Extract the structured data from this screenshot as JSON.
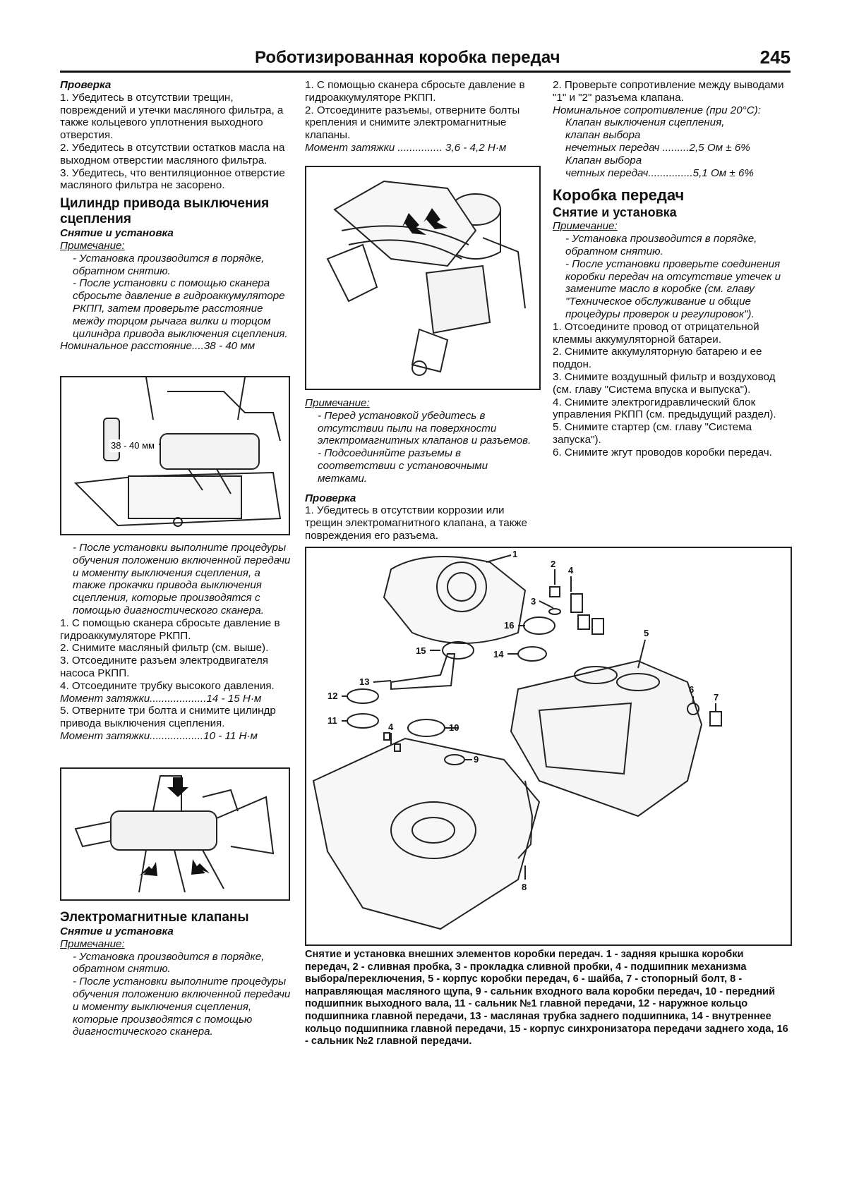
{
  "header": {
    "title": "Роботизированная коробка передач",
    "page": "245"
  },
  "col1": {
    "check_title": "Проверка",
    "check_items": [
      "1. Убедитесь в отсутствии трещин, повреждений и утечки масляного фильтра, а также кольцевого уплотнения выходного отверстия.",
      "2. Убедитесь в отсутствии остатков масла на выходном отверстии масляного фильтра.",
      "3. Убедитесь, что вентиляционное отверстие масляного фильтра не засорено."
    ],
    "section_title": "Цилиндр привода выключения сцепления",
    "sub_title": "Снятие и установка",
    "note_label": "Примечание:",
    "notes": [
      "- Установка производится в порядке, обратном снятию.",
      "- После установки с помощью сканера сбросьте давление в гидроаккумуляторе РКПП, затем проверьте расстояние между торцом рычага вилки и торцом цилиндра привода выключения сцепления."
    ],
    "nominal": "Номинальное расстояние....38 - 40 мм",
    "fig_label": "38 - 40 мм",
    "after_fig_note": "- После установки выполните процедуры обучения положению включенной передачи и моменту выключения сцепления, а также прокачки привода выключения сцепления, которые производятся с помощью диагностического сканера.",
    "steps": [
      "1. С помощью сканера сбросьте давление в гидроаккумуляторе РКПП.",
      "2. Снимите масляный фильтр (см. выше).",
      "3. Отсоедините разъем электродвигателя насоса РКПП.",
      "4. Отсоедините трубку высокого давления."
    ],
    "torque1": "Момент затяжки...................14 - 15 Н·м",
    "step5": "5. Отверните три болта и снимите цилиндр привода выключения сцепления.",
    "torque2": "Момент затяжки..................10 - 11 Н·м",
    "valves_title": "Электромагнитные клапаны",
    "valves_sub": "Снятие и установка",
    "valves_note_label": "Примечание:",
    "valves_notes": [
      "- Установка производится в порядке, обратном снятию.",
      "- После установки выполните процедуры обучения положению включенной передачи и моменту выключения сцепления, которые производятся с помощью диагностического сканера."
    ]
  },
  "col2": {
    "steps": [
      "1. С помощью сканера сбросьте давление в гидроаккумуляторе РКПП.",
      "2. Отсоедините разъемы, отверните болты крепления и снимите электромагнитные клапаны."
    ],
    "torque": "Момент затяжки ............... 3,6 - 4,2 Н·м",
    "note_label": "Примечание:",
    "notes": [
      "- Перед установкой убедитесь в отсутствии пыли на поверхности электромагнитных клапанов и разъемов.",
      "- Подсоединяйте разъемы в соответствии с установочными метками."
    ],
    "check_title": "Проверка",
    "check_item": "1. Убедитесь в отсутствии коррозии или трещин электромагнитного клапана, а также повреждения его разъема."
  },
  "col3": {
    "step2": "2. Проверьте сопротивление между выводами \"1\" и \"2\" разъема клапана.",
    "nominal_head": "Номинальное сопротивление (при 20°С):",
    "nominal_lines": [
      "Клапан выключения сцепления,",
      "клапан выбора",
      "нечетных передач .........2,5 Ом ± 6%",
      "Клапан выбора",
      "четных передач...............5,1 Ом ± 6%"
    ],
    "section_title": "Коробка передач",
    "sub_title": "Снятие и установка",
    "note_label": "Примечание:",
    "notes": [
      "- Установка производится в порядке, обратном снятию.",
      "- После установки проверьте соединения коробки передач на отсутствие утечек и замените масло в коробке (см. главу \"Техническое обслуживание и общие процедуры проверок и регулировок\")."
    ],
    "steps": [
      "1. Отсоедините провод от отрицательной клеммы аккумуляторной батареи.",
      "2. Снимите аккумуляторную батарею и ее поддон.",
      "3. Снимите воздушный фильтр и воздуховод (см. главу \"Система впуска и выпуска\").",
      "4. Снимите электрогидравлический блок управления РКПП (см. предыдущий раздел).",
      "5. Снимите стартер (см. главу \"Система запуска\").",
      "6. Снимите жгут проводов коробки передач."
    ]
  },
  "big_figure": {
    "callouts": [
      "1",
      "2",
      "3",
      "4",
      "16",
      "5",
      "15",
      "14",
      "13",
      "6",
      "7",
      "12",
      "11",
      "4",
      "10",
      "9",
      "8"
    ]
  },
  "caption": "Снятие и установка внешних элементов коробки передач. 1 - задняя крышка коробки передач, 2 - сливная пробка, 3 - прокладка сливной пробки, 4 - подшипник механизма выбора/переключения, 5 - корпус коробки передач, 6 - шайба, 7 - стопорный болт, 8 - направляющая масляного щупа, 9 - сальник входного вала коробки передач, 10 - передний подшипник выходного вала, 11 - сальник №1 главной передачи, 12 - наружное кольцо подшипника главной передачи, 13 - масляная трубка заднего подшипника, 14 - внутреннее кольцо подшипника главной передачи, 15 - корпус синхронизатора передачи заднего хода, 16 - сальник №2 главной передачи."
}
